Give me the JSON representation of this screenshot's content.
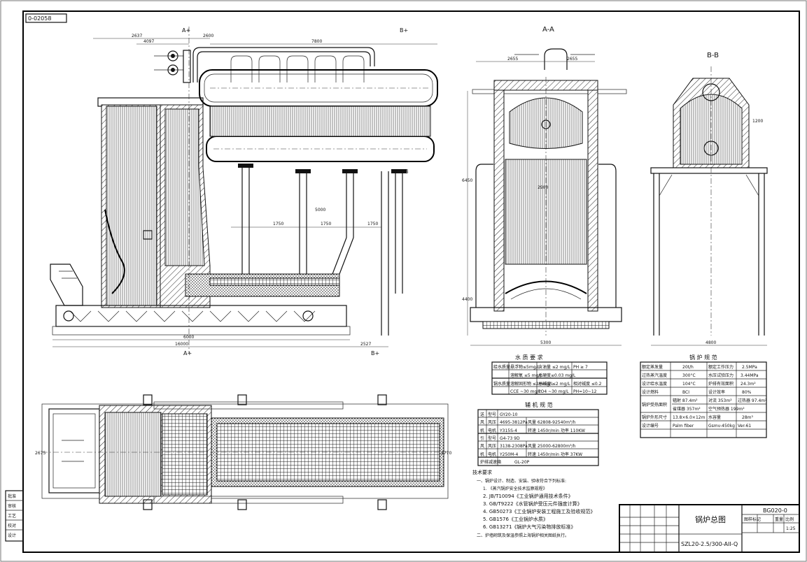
{
  "drawing": {
    "number_tag": "0-02058",
    "front_section_label": "A",
    "front_section_label_b": "B",
    "main_dims": {
      "d1": "2637",
      "d2": "4097",
      "d3": "2600",
      "d4": "7800",
      "bottom_total": "16000",
      "bottom_sub": "6000",
      "bottom_right": "2527",
      "span1": "1750",
      "span2": "1750",
      "span3": "1750",
      "span4": "5000",
      "labels_a": "A+",
      "labels_a_bottom": "A+",
      "labels_b": "B+",
      "labels_b_bottom": "B+"
    },
    "view_aa": {
      "title": "A-A",
      "w1": "2655",
      "w2": "2655",
      "total": "5300",
      "h1": "6450",
      "h2": "4400",
      "mid": "2900"
    },
    "view_bb": {
      "title": "B-B",
      "total": "4800",
      "h": "1200"
    },
    "plan_dims": {
      "side": "2675",
      "inner": "2770"
    }
  },
  "water_table": {
    "title": "水 质 要 求",
    "rows": [
      [
        "给水质量",
        "悬浮物≤5mg/L",
        "含油量 ≤2 mg/L",
        "PH ≥ 7"
      ],
      [
        "",
        "溶解氧 ≤5 mg/L",
        "总硬度≤0.03 mg/L",
        ""
      ],
      [
        "锅水质量",
        "溶解固形物 ≤2mmg/L",
        "总碱度 ≤2 mg/L",
        "相对碱度 ≤0.2"
      ],
      [
        "",
        "CCE ~30 mg/L",
        "PO4 ~30 mg/L",
        "PH=10~12"
      ]
    ]
  },
  "aux_table": {
    "title": "辅 机 规 范",
    "rows": [
      [
        "送",
        "型号",
        "GY20-10",
        ""
      ],
      [
        "风",
        "风压",
        "4695-3812Pa",
        "风量 62808-92540m³/h"
      ],
      [
        "机",
        "电机",
        "Y315S-4",
        "转速 1450r/min 功率 110KW"
      ],
      [
        "引",
        "型号",
        "G4-73 9D",
        ""
      ],
      [
        "风",
        "风压",
        "3138-2308Pa",
        "风量 25000-62800m³/h"
      ],
      [
        "机",
        "电机",
        "Y250M-4",
        "转速 1450r/min 功率 37KW"
      ],
      [
        "炉排减速箱",
        "",
        "GL-20P",
        ""
      ]
    ]
  },
  "boiler_table": {
    "title": "锅 炉 规 范",
    "rows": [
      [
        "额定蒸发量",
        "20t/h",
        "额定工作压力",
        "2.5MPa"
      ],
      [
        "过热蒸汽温度",
        "300°C",
        "水压试验压力",
        "3.44MPa"
      ],
      [
        "设计给水温度",
        "104°C",
        "炉排有效面积",
        "24.3m²"
      ],
      [
        "设计燃料",
        "BCI",
        "设计效率",
        "80%"
      ],
      [
        "锅炉受热面积",
        "辐射 87.4m²",
        "对流 353m²",
        "过热器 97.4m²"
      ],
      [
        "",
        "省煤器 357m²",
        "空气预热器 199m²",
        ""
      ],
      [
        "锅炉外形尺寸",
        "13.8×6.0×12m",
        "水容量",
        "28m³"
      ],
      [
        "设计编号",
        "Palm fiber",
        "Gsmv-450kg",
        "Ver-61"
      ]
    ]
  },
  "tech_notes": {
    "title": "技术要求",
    "lines": [
      "一、锅炉设计、制造、安装、验收符合下列标准:",
      "1. 《蒸汽锅炉安全技术监察规程》",
      "2. JB/T10094《工业锅炉通用技术条件》",
      "3. GB/T9222《水管锅炉受压元件强度计算》",
      "4. GB50273《工业锅炉安装工程施工及验收规范》",
      "5. GB1576《工业锅炉水质》",
      "6. GB13271《锅炉大气污染物排放标准》",
      "二、炉墙砌筑及保温参照上海锅炉相关图纸执行。"
    ]
  },
  "title_block": {
    "title": "锅炉总图",
    "model": "SZL20-2.5/300-AII-Q",
    "drawing_no": "BG020-0",
    "scale": "1:25",
    "sheet_label": "图样标记",
    "weight_label": "重量",
    "ratio_label": "比例"
  },
  "left_stamps": [
    "批准",
    "审核",
    "工艺",
    "校对",
    "设计"
  ]
}
